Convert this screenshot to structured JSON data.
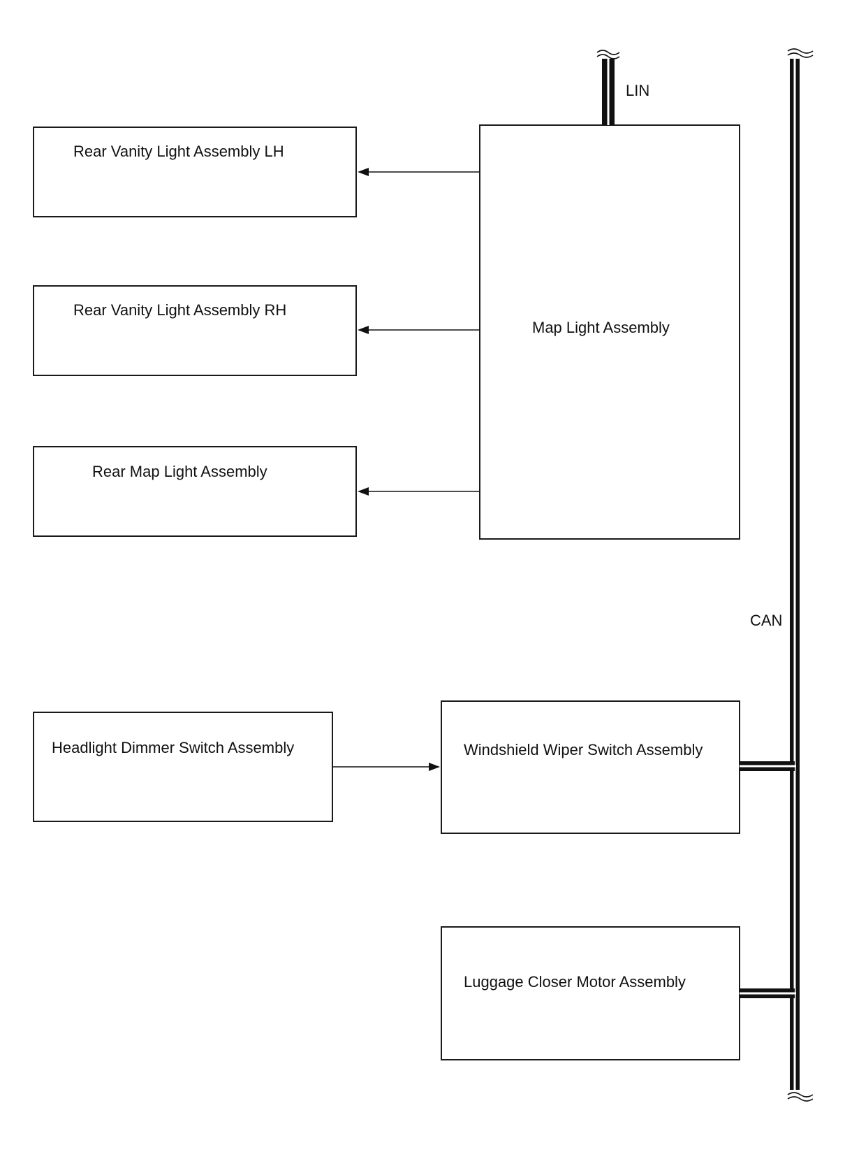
{
  "diagram": {
    "components": {
      "rear_vanity_lh": "Rear Vanity Light Assembly LH",
      "rear_vanity_rh": "Rear Vanity Light Assembly RH",
      "rear_map_light": "Rear Map Light Assembly",
      "map_light": "Map Light Assembly",
      "headlight_dimmer": "Headlight Dimmer Switch Assembly",
      "windshield_wiper": "Windshield Wiper Switch Assembly",
      "luggage_closer": "Luggage Closer Motor Assembly"
    },
    "buses": {
      "lin": "LIN",
      "can": "CAN"
    }
  }
}
